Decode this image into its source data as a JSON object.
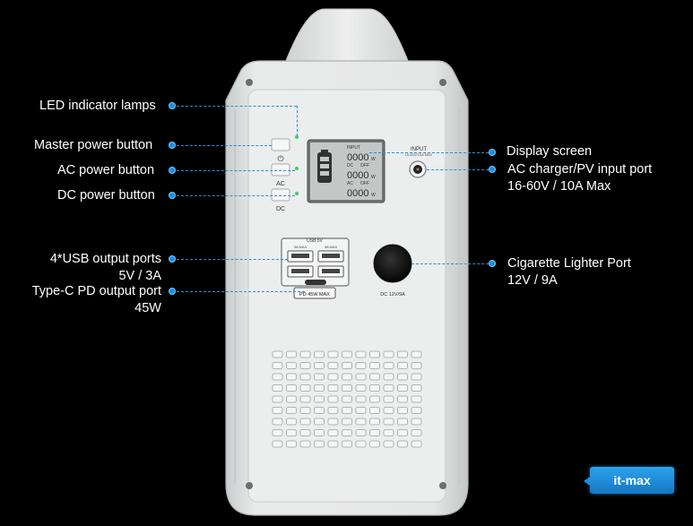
{
  "callouts": {
    "led": "LED indicator lamps",
    "master": "Master power button",
    "ac": "AC power button",
    "dc": "DC power button",
    "usb_line1": "4*USB output ports",
    "usb_line2": "5V / 3A",
    "typec_line1": "Type-C PD output port",
    "typec_line2": "45W",
    "display": "Display screen",
    "acinput_line1": "AC charger/PV input port",
    "acinput_line2": "16-60V / 10A Max",
    "cig_line1": "Cigarette Lighter Port",
    "cig_line2": "12V / 9A"
  },
  "device": {
    "btn_ac": "AC",
    "btn_dc": "DC",
    "input_label": "INPUT",
    "input_sub": "16-60V/10A MAX",
    "usb_header": "USB 5V",
    "usb_3a_left": "3A MAX",
    "usb_3a_right": "3A MAX",
    "pd_label": "PD 45W MAX",
    "dc_port_label": "DC 12V/9A",
    "lcd_input": "INPUT",
    "lcd_dc": "DC",
    "lcd_ac": "AC",
    "lcd_off1": "OFF",
    "lcd_off2": "OFF",
    "lcd_digits1": "0000",
    "lcd_digits2": "0000",
    "lcd_digits3": "0000",
    "lcd_unit1": "W",
    "lcd_unit2": "W",
    "lcd_unit3": "W"
  },
  "brand": "it-max",
  "colors": {
    "accent": "#1a8fe0",
    "led": "#39d15a",
    "body": "#e4e6e6"
  }
}
